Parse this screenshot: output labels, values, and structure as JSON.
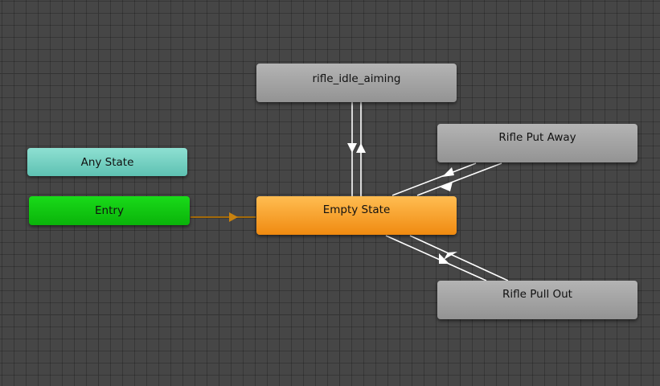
{
  "graph": {
    "nodes": {
      "rifle_idle_aiming": "rifle_idle_aiming",
      "rifle_put_away": "Rifle Put Away",
      "rifle_pull_out": "Rifle Pull Out",
      "empty_state": "Empty State",
      "entry": "Entry",
      "any_state": "Any State"
    }
  },
  "colors": {
    "canvas_background": "#464646",
    "default_state": "#f39519",
    "entry": "#11c511",
    "any_state": "#74d0c2",
    "normal_state": "#a4a4a4",
    "transition": "#ffffff",
    "entry_transition": "#a36a0a"
  }
}
